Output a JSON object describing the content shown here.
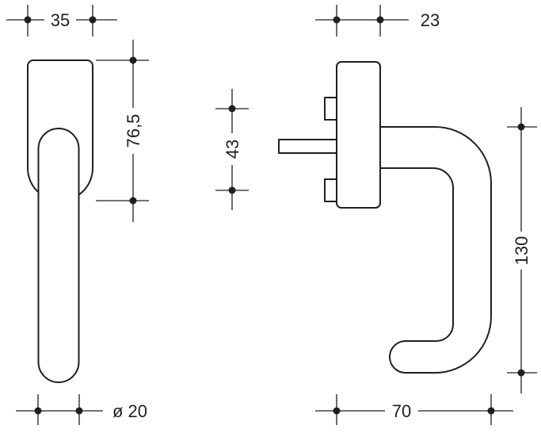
{
  "drawing": {
    "kind": "technical-dimension-drawing",
    "views": [
      "front-view",
      "side-view"
    ],
    "dimensions": {
      "front_width": "35",
      "plate_height": "76,5",
      "grip_diameter": "ø 20",
      "plate_depth": "23",
      "screw_spacing": "43",
      "handle_length": "130",
      "overall_depth": "70"
    },
    "colors": {
      "line": "#1f1f1f",
      "background": "#ffffff"
    }
  }
}
